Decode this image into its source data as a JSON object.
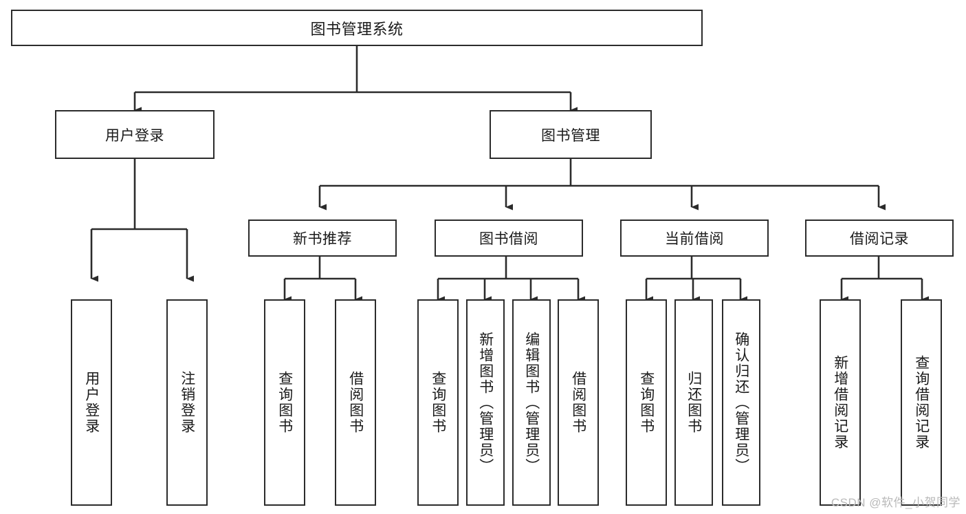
{
  "diagram": {
    "title": "图书管理系统",
    "watermark": "CSDN @软件_小贺同学",
    "line_color": "#2b2b2b",
    "box_fill": "#ffffff",
    "text_color": "#1a1a1a",
    "watermark_color": "#b9b9b9",
    "root": {
      "label": "图书管理系统"
    },
    "level1": [
      {
        "label": "用户登录"
      },
      {
        "label": "图书管理"
      }
    ],
    "level2": [
      {
        "label": "新书推荐"
      },
      {
        "label": "图书借阅"
      },
      {
        "label": "当前借阅"
      },
      {
        "label": "借阅记录"
      }
    ],
    "leaves": {
      "user_login": [
        {
          "label": "用户登录"
        },
        {
          "label": "注销登录"
        }
      ],
      "new_book": [
        {
          "label": "查询图书"
        },
        {
          "label": "借阅图书"
        }
      ],
      "book_borrow": [
        {
          "label": "查询图书"
        },
        {
          "label": "新增图书（管理员）"
        },
        {
          "label": "编辑图书（管理员）"
        },
        {
          "label": "借阅图书"
        }
      ],
      "current_borrow": [
        {
          "label": "查询图书"
        },
        {
          "label": "归还图书"
        },
        {
          "label": "确认归还（管理员）"
        }
      ],
      "borrow_record": [
        {
          "label": "新增借阅记录"
        },
        {
          "label": "查询借阅记录"
        }
      ]
    }
  }
}
